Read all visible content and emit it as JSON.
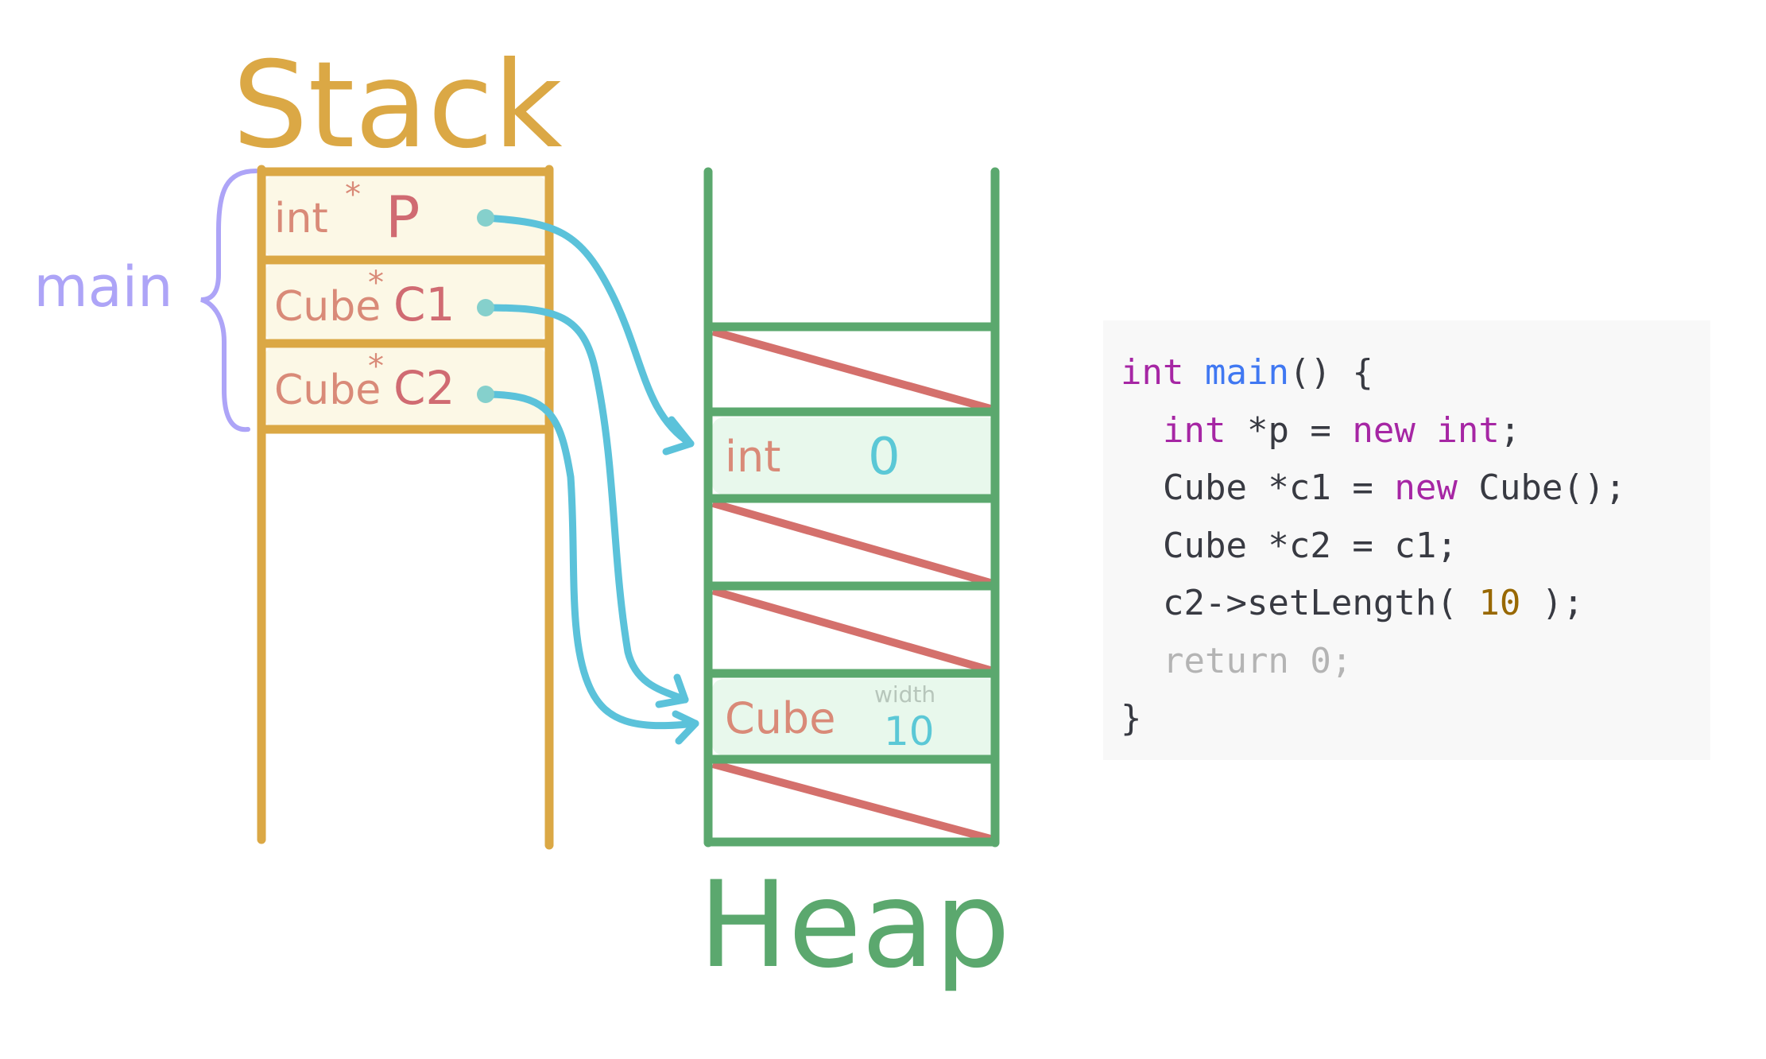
{
  "colors": {
    "stack": "#dba845",
    "stack_fill": "#fcf8e6",
    "heap": "#5ba86e",
    "heap_fill": "#e8f8ec",
    "freed_slash": "#d4706c",
    "pointer_arrow": "#5bc2da",
    "brace": "#ada4f7",
    "type_text": "#d98a78",
    "name_text": "#d06b72",
    "value_text": "#5bc8d6",
    "field_label": "#b7c6bb"
  },
  "stack": {
    "title": "Stack",
    "frame_label": "main",
    "slots": [
      {
        "type": "int",
        "star": "*",
        "name": "P"
      },
      {
        "type": "Cube",
        "star": "*",
        "name": "C1"
      },
      {
        "type": "Cube",
        "star": "*",
        "name": "C2"
      }
    ]
  },
  "heap": {
    "title": "Heap",
    "cells": [
      {
        "state": "empty"
      },
      {
        "state": "freed"
      },
      {
        "state": "allocated",
        "type": "int",
        "value": "0"
      },
      {
        "state": "freed"
      },
      {
        "state": "freed"
      },
      {
        "state": "allocated",
        "type": "Cube",
        "field": "width",
        "value": "10"
      },
      {
        "state": "freed"
      }
    ]
  },
  "pointers": [
    {
      "from": "P",
      "to": "int"
    },
    {
      "from": "C1",
      "to": "Cube"
    },
    {
      "from": "C2",
      "to": "Cube"
    }
  ],
  "code": {
    "lines": [
      [
        {
          "t": "int",
          "c": "kw"
        },
        {
          "t": " ",
          "c": "plain"
        },
        {
          "t": "main",
          "c": "fn"
        },
        {
          "t": "() {",
          "c": "plain"
        }
      ],
      [
        {
          "t": "  ",
          "c": "plain"
        },
        {
          "t": "int",
          "c": "kw"
        },
        {
          "t": " *p = ",
          "c": "plain"
        },
        {
          "t": "new",
          "c": "kw"
        },
        {
          "t": " ",
          "c": "plain"
        },
        {
          "t": "int",
          "c": "kw"
        },
        {
          "t": ";",
          "c": "plain"
        }
      ],
      [
        {
          "t": "  Cube *c1 = ",
          "c": "plain"
        },
        {
          "t": "new",
          "c": "kw"
        },
        {
          "t": " Cube();",
          "c": "plain"
        }
      ],
      [
        {
          "t": "  Cube *c2 = c1;",
          "c": "plain"
        }
      ],
      [
        {
          "t": "  c2->setLength( ",
          "c": "plain"
        },
        {
          "t": "10",
          "c": "num"
        },
        {
          "t": " );",
          "c": "plain"
        }
      ],
      [
        {
          "t": "  return 0;",
          "c": "dim"
        }
      ],
      [
        {
          "t": "}",
          "c": "plain"
        }
      ]
    ]
  }
}
